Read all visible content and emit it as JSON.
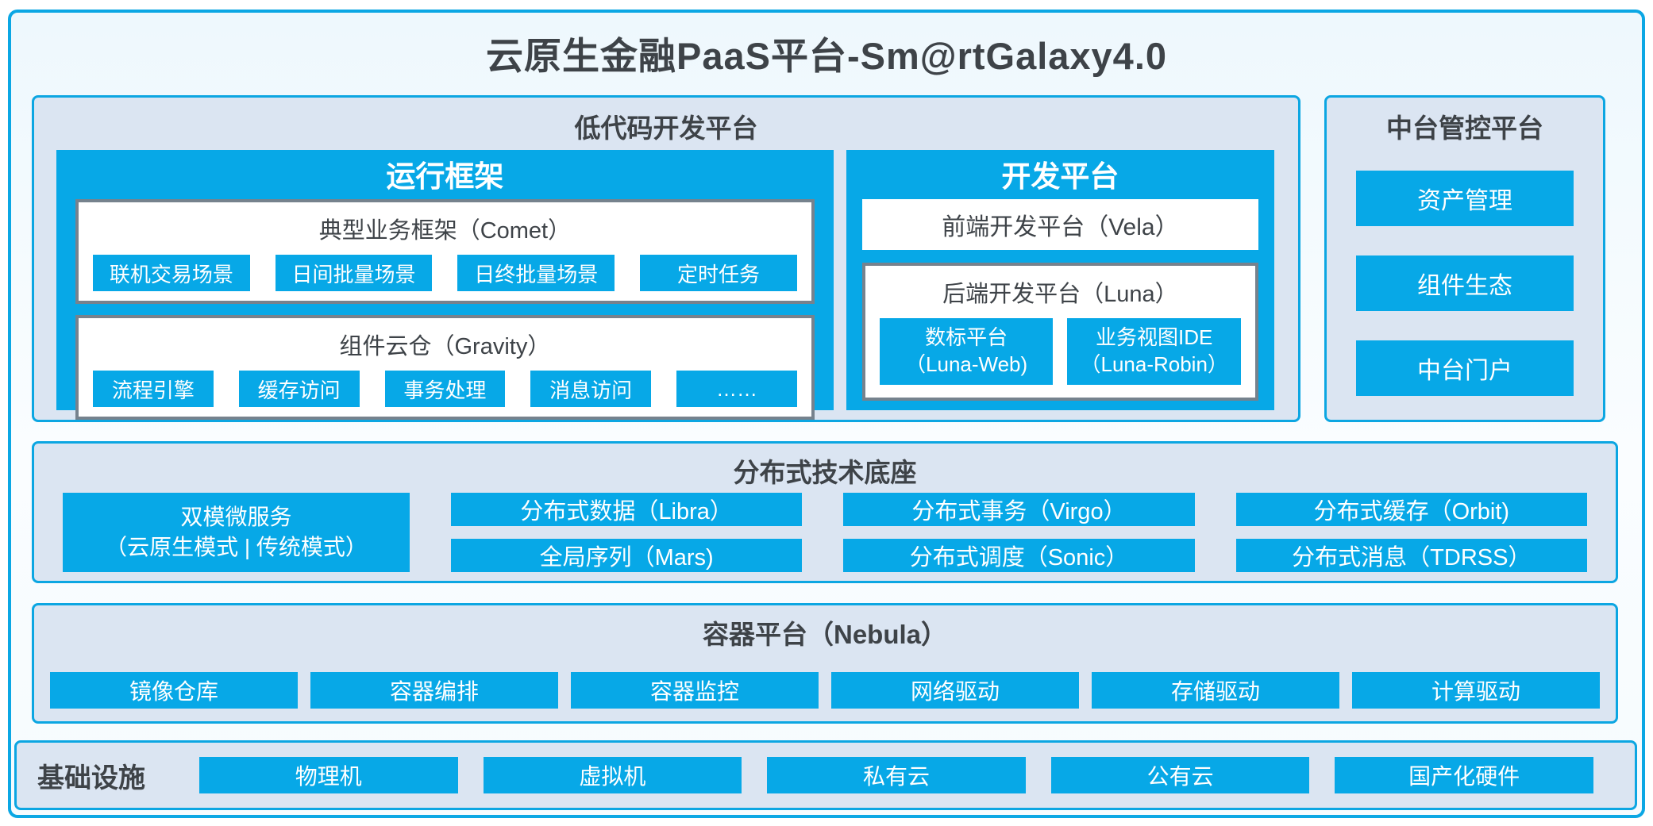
{
  "title": "云原生金融PaaS平台-Sm@rtGalaxy4.0",
  "colors": {
    "accent_blue": "#07A8E7",
    "panel_background": "#DBE5F2",
    "panel_border": "#0CA6E2",
    "framed_box_border": "#76828D",
    "dark_text": "#3E4348"
  },
  "lowcode": {
    "header": "低代码开发平台",
    "runtime": {
      "title": "运行框架",
      "comet": {
        "title": "典型业务框架（Comet）",
        "chips": [
          "联机交易场景",
          "日间批量场景",
          "日终批量场景",
          "定时任务"
        ]
      },
      "gravity": {
        "title": "组件云仓（Gravity）",
        "chips": [
          "流程引擎",
          "缓存访问",
          "事务处理",
          "消息访问",
          "……"
        ]
      }
    },
    "dev": {
      "title": "开发平台",
      "vela": "前端开发平台（Vela）",
      "luna": {
        "title": "后端开发平台（Luna）",
        "chips": [
          {
            "name": "数标平台",
            "sub": "（Luna-Web)"
          },
          {
            "name": "业务视图IDE",
            "sub": "（Luna-Robin）"
          }
        ]
      }
    }
  },
  "middle_office": {
    "header": "中台管控平台",
    "items": [
      "资产管理",
      "组件生态",
      "中台门户"
    ]
  },
  "distributed": {
    "header": "分布式技术底座",
    "dual_mode": {
      "line1": "双模微服务",
      "line2": "（云原生模式 | 传统模式）"
    },
    "row1": [
      "分布式数据（Libra）",
      "分布式事务（Virgo）",
      "分布式缓存（Orbit)"
    ],
    "row2": [
      "全局序列（Mars)",
      "分布式调度（Sonic）",
      "分布式消息（TDRSS）"
    ]
  },
  "container_platform": {
    "header": "容器平台（Nebula）",
    "chips": [
      "镜像仓库",
      "容器编排",
      "容器监控",
      "网络驱动",
      "存储驱动",
      "计算驱动"
    ]
  },
  "infrastructure": {
    "label": "基础设施",
    "chips": [
      "物理机",
      "虚拟机",
      "私有云",
      "公有云",
      "国产化硬件"
    ]
  }
}
